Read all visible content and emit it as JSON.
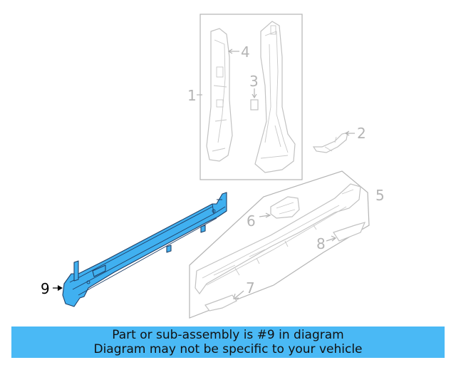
{
  "diagram": {
    "callouts": [
      {
        "id": "1",
        "label": "1",
        "active": false
      },
      {
        "id": "2",
        "label": "2",
        "active": false
      },
      {
        "id": "3",
        "label": "3",
        "active": false
      },
      {
        "id": "4",
        "label": "4",
        "active": false
      },
      {
        "id": "5",
        "label": "5",
        "active": false
      },
      {
        "id": "6",
        "label": "6",
        "active": false
      },
      {
        "id": "7",
        "label": "7",
        "active": false
      },
      {
        "id": "8",
        "label": "8",
        "active": false
      },
      {
        "id": "9",
        "label": "9",
        "active": true
      }
    ],
    "highlight_color": "#40b0f0",
    "outline_color": "#b4b4b4"
  },
  "banner": {
    "line1": "Part or sub-assembly is #9 in diagram",
    "line2": "Diagram may not be specific to your vehicle",
    "background": "#4ab9f5"
  }
}
